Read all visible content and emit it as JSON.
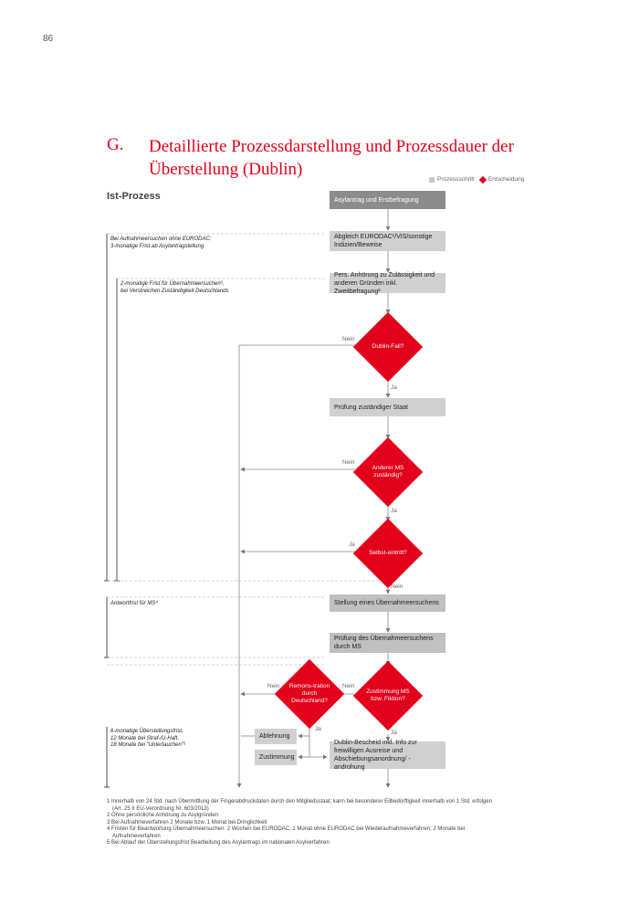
{
  "page_number": "86",
  "title": {
    "number": "G.",
    "text": "Detaillierte Prozessdarstellung und Prozessdauer der Überstellung (Dublin)"
  },
  "legend": {
    "process_step": "Prozessschritt",
    "decision": "Entscheidung"
  },
  "section_label": "Ist-Prozess",
  "steps": {
    "asylantrag": "Asylantrag und Erstbefragung",
    "abgleich": "Abgleich EURODAC¹/VIS/sonstige Indizien/Beweise",
    "anhoerung": "Pers. Anhörung zu Zulässigkeit und anderen Gründen inkl. Zweitbefragung²",
    "pruefung_staat": "Prüfung zuständiger Staat",
    "stellung": "Stellung eines Übernahmeersuchens",
    "pruefung_ersuchen": "Prüfung des Übernahmeersuchens durch MS",
    "bescheid": "Dublin-Bescheid inkl. Info zur freiwilligen Ausreise und Abschiebungsanordnung/ -androhung",
    "ablehnung": "Ablehnung",
    "zustimmung": "Zustimmung"
  },
  "decisions": {
    "dublin_fall": "Dublin-Fall?",
    "anderer_ms": "Anderer MS zuständig?",
    "selbsteintritt": "Selbst-eintritt?",
    "zustimmung_ms": "Zustimmung MS bzw. Fiktion?",
    "remonstration": "Remons-tration durch Deutschland?"
  },
  "edge_labels": {
    "nein": "Nein",
    "ja": "Ja"
  },
  "notes": {
    "note1_line1": "Bei Aufnahmeersuchen ohne EURODAC:",
    "note1_line2": "3-monatige Frist ab Asylantragstellung",
    "note2_line1": "2-monatige Frist für Übernahmeersuchen³,",
    "note2_line2": "bei Verstreichen Zuständigkeit Deutschlands",
    "note3": "Antwortfrist für MS⁴",
    "note4_line1": "6-monatige Überstellungsfrist,",
    "note4_line2": "12 Monate bei Straf-/U-Haft,",
    "note4_line3": "18 Monate bei \"Untertauchen\"⁵"
  },
  "footnotes": [
    "1 Innerhalb von 24 Std. nach Übermittlung der Fingerabdruckdaten durch den Mitgliedsstaat; kann bei besonderer Eilbedürftigkeit innerhalb von 1 Std. erfolgen",
    "(Art. 25 II EU-Verordnung Nr. 603/2013)",
    "2 Ohne persönliche Anhörung zu Asylgründen",
    "3 Bei Aufnahmeverfahren 2 Monate bzw. 1 Monat bei Dringlichkeit",
    "4 Fristen für Beantwortung Übernahmeersuchen: 2 Wochen bei EURODAC, 1 Monat ohne EURODAC bei Wiederaufnahmeverfahren; 2 Monate bei",
    "Aufnahmeverfahren",
    "5 Bei Ablauf der Überstellungsfrist Bearbeitung des Asylantrags im nationalen Asylverfahren"
  ],
  "colors": {
    "accent": "#e2001a",
    "step_dark": "#8c8c8c",
    "step_light": "#d0d0d0"
  }
}
